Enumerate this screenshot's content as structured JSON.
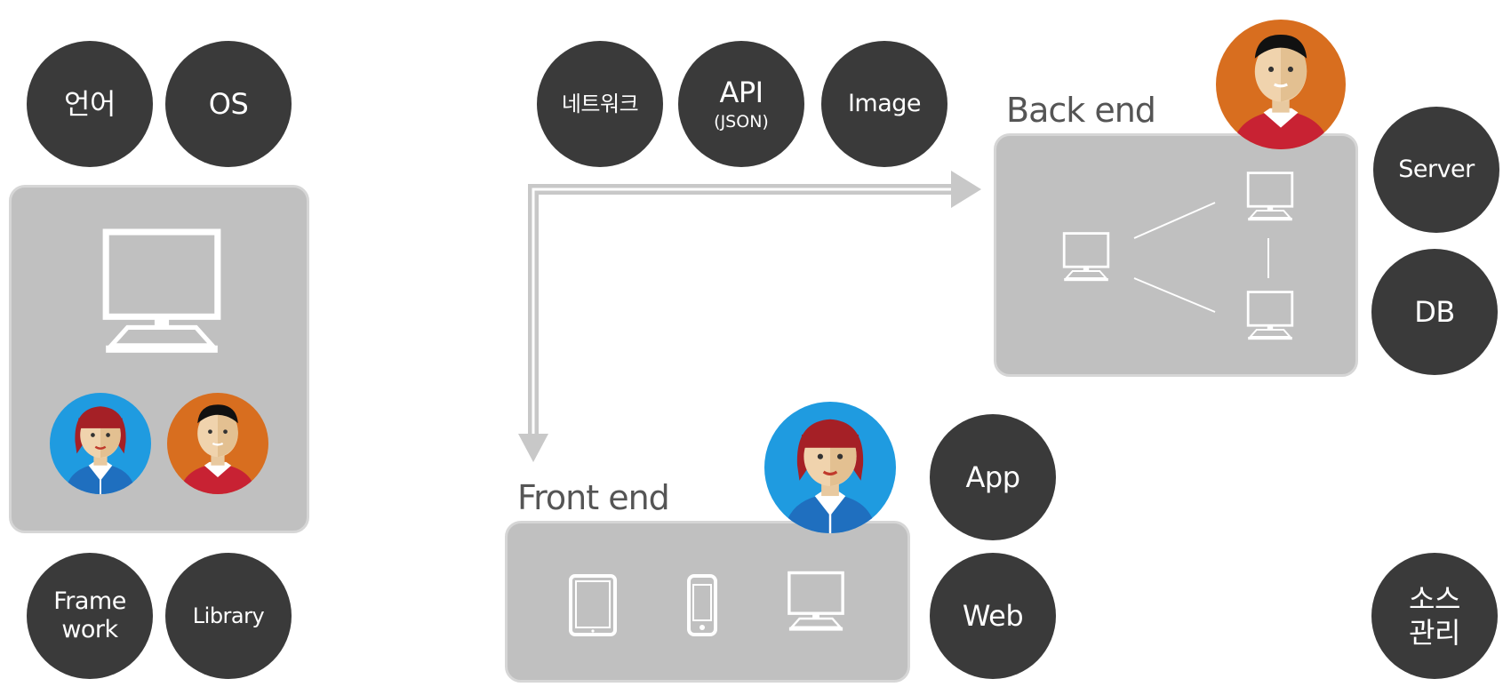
{
  "left": {
    "top_circles": [
      {
        "label": "언어"
      },
      {
        "label": "OS"
      }
    ],
    "bottom_circles": [
      {
        "label_line1": "Frame",
        "label_line2": "work"
      },
      {
        "label": "Library"
      }
    ]
  },
  "middle": {
    "circles": [
      {
        "label": "네트워크"
      },
      {
        "label": "API",
        "sub": "(JSON)"
      },
      {
        "label": "Image"
      }
    ]
  },
  "backend": {
    "title": "Back end",
    "circles": [
      {
        "label": "Server"
      },
      {
        "label": "DB"
      }
    ]
  },
  "frontend": {
    "title": "Front end",
    "circles": [
      {
        "label": "App"
      },
      {
        "label": "Web"
      }
    ]
  },
  "source": {
    "line1": "소스",
    "line2": "관리"
  },
  "colors": {
    "circle": "#3a3a3a",
    "panel": "#c0c0c0",
    "arrow": "#c8c8c8",
    "avatar_blue": "#1f9be0",
    "avatar_orange": "#d86e1f",
    "shirt_blue": "#1f6fbf",
    "shirt_red": "#c82233"
  },
  "icons": [
    "desktop-monitor-icon",
    "tablet-icon",
    "phone-icon",
    "female-avatar-icon",
    "male-avatar-icon"
  ]
}
